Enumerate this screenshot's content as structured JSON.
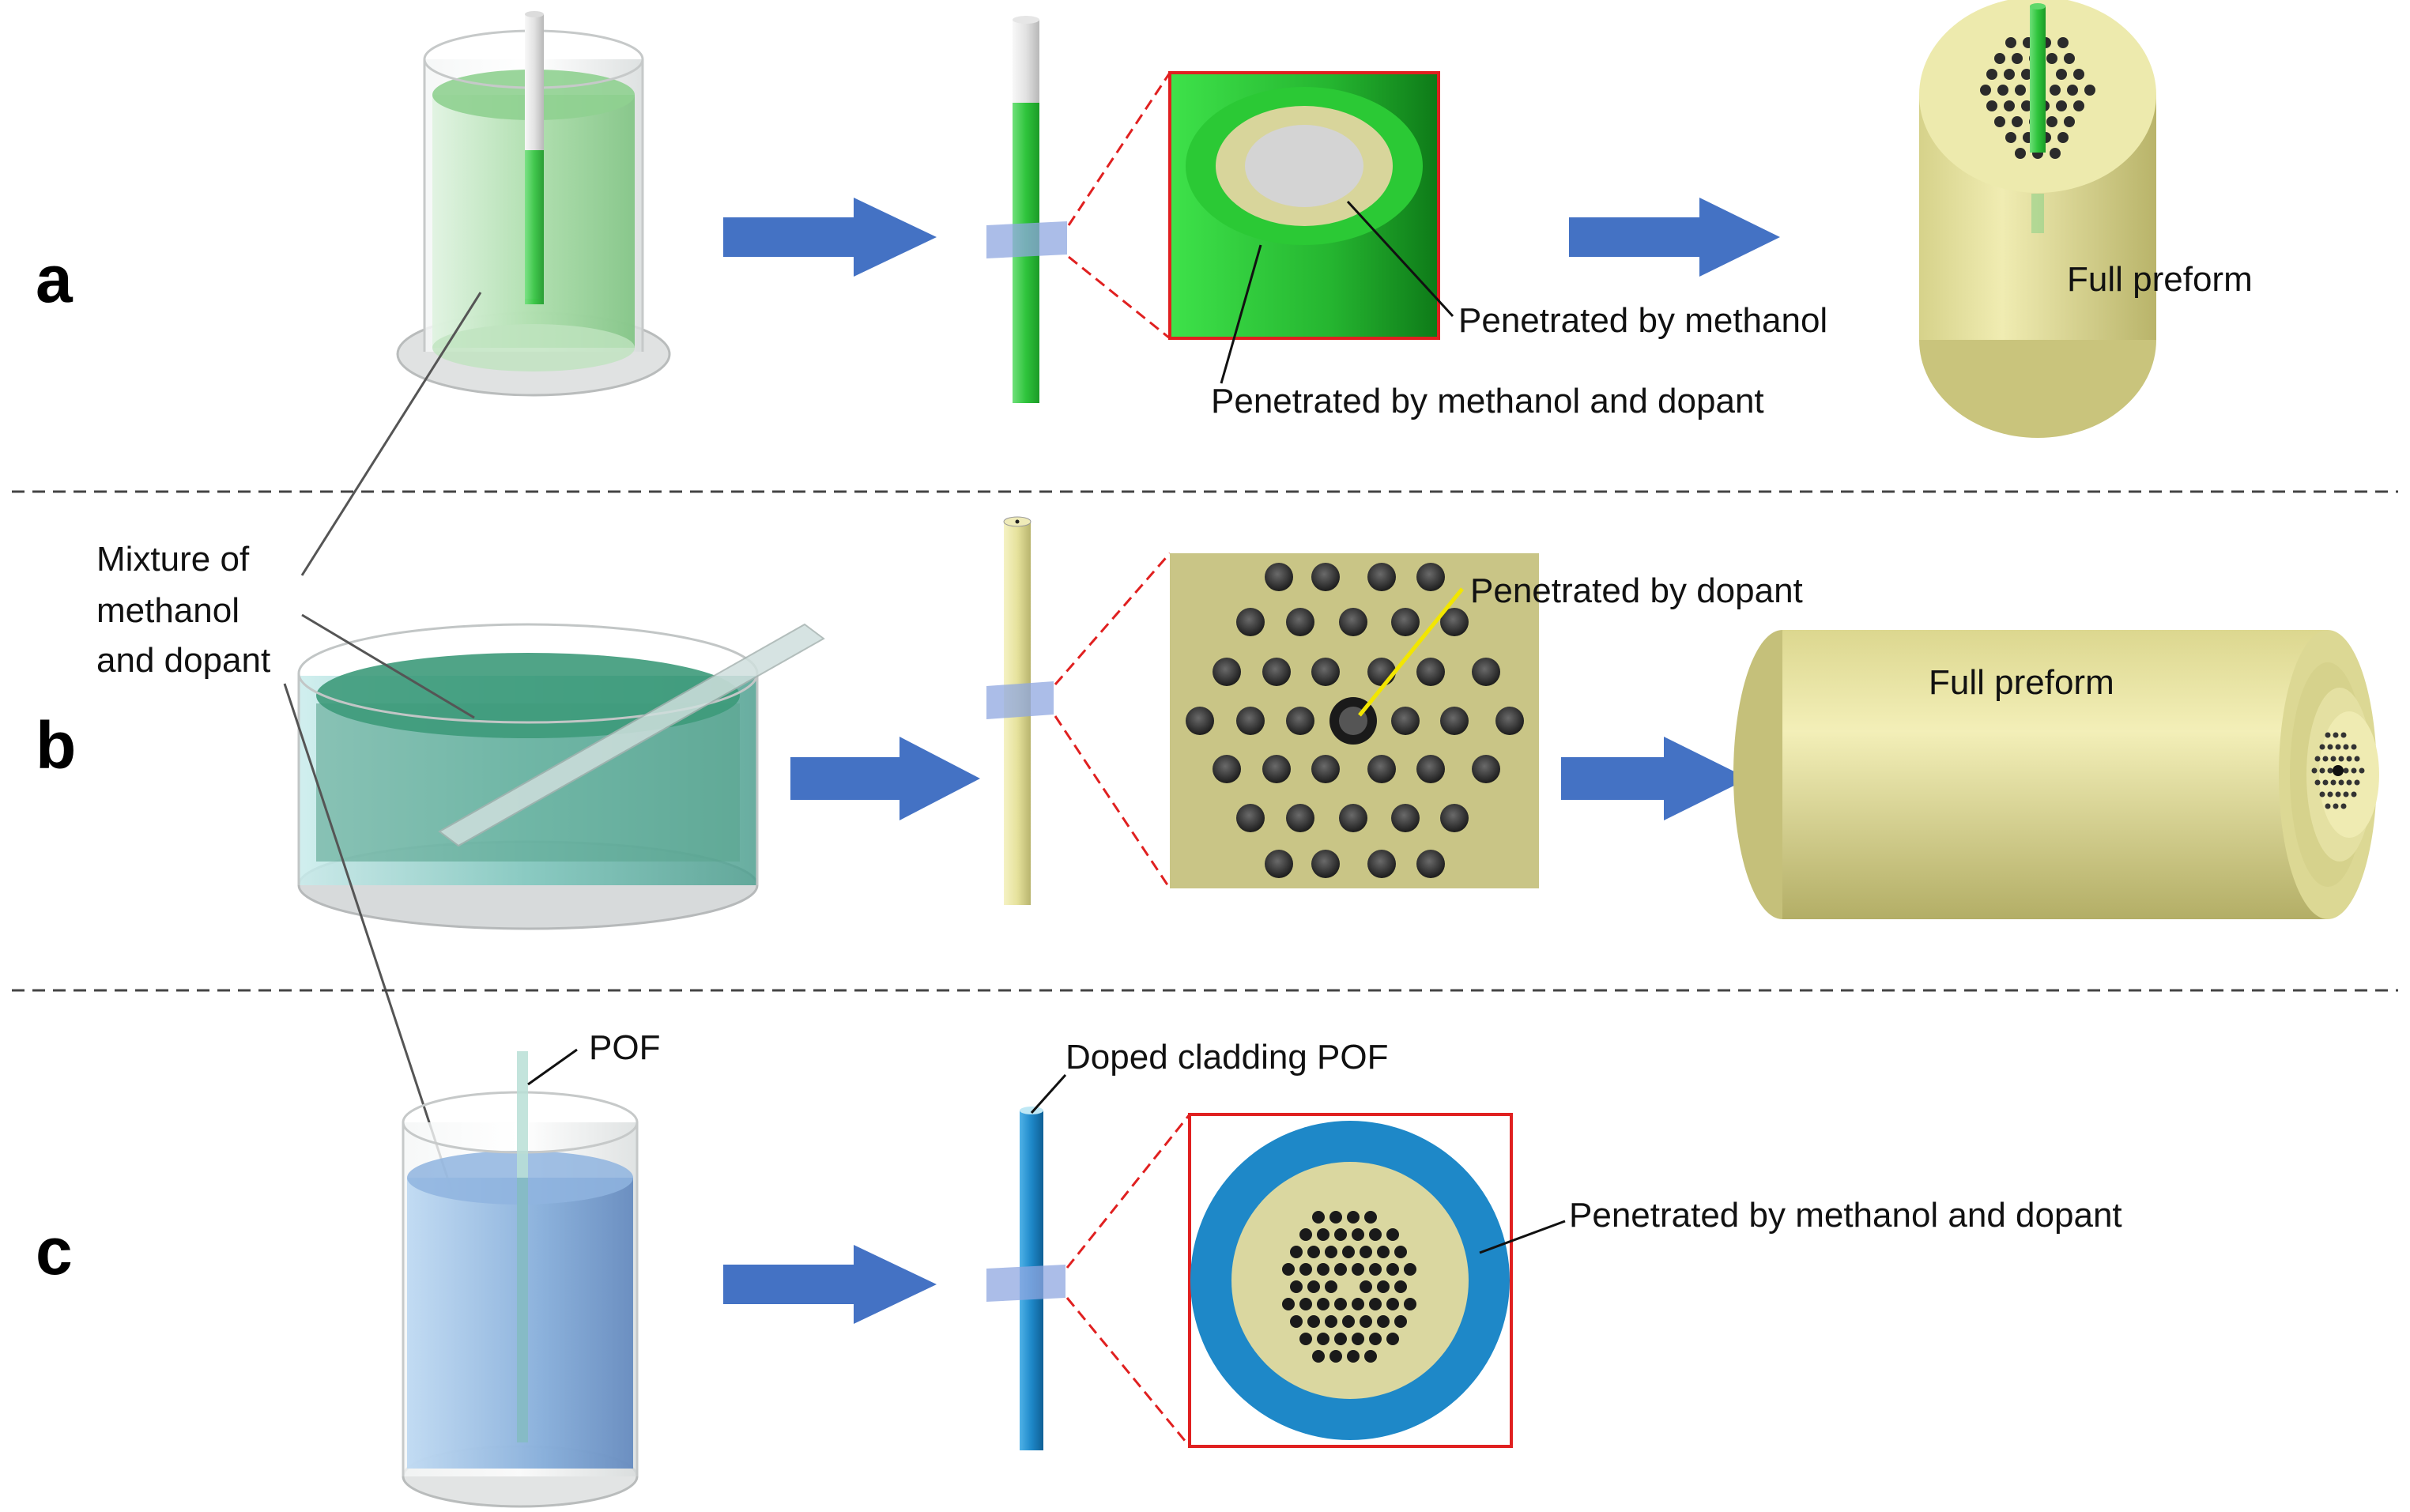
{
  "panels": {
    "a": {
      "letter": "a",
      "label_methanol": "Penetrated by methanol",
      "label_methanol_dopant": "Penetrated by methanol and dopant",
      "label_full_preform": "Full preform"
    },
    "b": {
      "letter": "b",
      "label_dopant": "Penetrated by dopant",
      "label_full_preform": "Full preform"
    },
    "c": {
      "letter": "c",
      "label_pof": "POF",
      "label_doped_cladding": "Doped cladding  POF",
      "label_methanol_dopant": "Penetrated by methanol and dopant"
    }
  },
  "shared": {
    "mixture_label": [
      "Mixture of",
      "methanol",
      "and dopant"
    ]
  },
  "colors": {
    "arrow": "#4472C4",
    "zoom_box": "#E02020",
    "green": "#22B52E",
    "preform": "#E6E29C",
    "blue_fiber": "#1E88C8",
    "pointer_yellow": "#F2E600"
  }
}
